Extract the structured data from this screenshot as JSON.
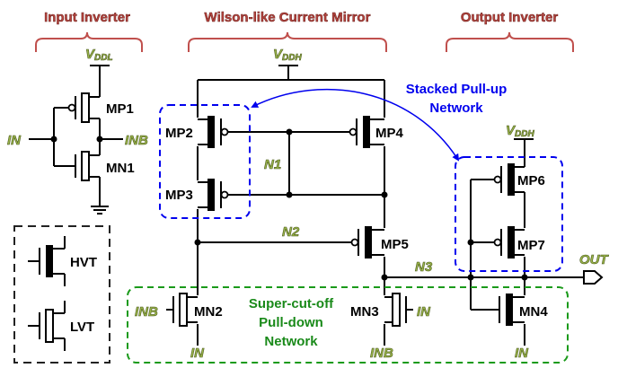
{
  "sections": {
    "input_inverter": "Input Inverter",
    "current_mirror": "Wilson-like Current Mirror",
    "output_inverter": "Output Inverter"
  },
  "supplies": {
    "vddl": {
      "main": "V",
      "sub": "DDL"
    },
    "vddh": {
      "main": "V",
      "sub": "DDH"
    }
  },
  "transistors": {
    "mp1": "MP1",
    "mn1": "MN1",
    "mp2": "MP2",
    "mp3": "MP3",
    "mp4": "MP4",
    "mp5": "MP5",
    "mp6": "MP6",
    "mp7": "MP7",
    "mn2": "MN2",
    "mn3": "MN3",
    "mn4": "MN4"
  },
  "nets": {
    "in": "IN",
    "inb": "INB",
    "n1": "N1",
    "n2": "N2",
    "n3": "N3",
    "out": "OUT",
    "mn2_gate": "INB",
    "mn2_source": "IN",
    "mn3_gate": "IN",
    "mn3_source": "INB",
    "mn4_source": "IN"
  },
  "annotations": {
    "pullup": [
      "Stacked Pull-up",
      "Network"
    ],
    "pulldown": [
      "Super-cut-off",
      "Pull-down",
      "Network"
    ]
  },
  "legend": {
    "hvt": "HVT",
    "lvt": "LVT"
  },
  "colors": {
    "title": "#b5443e",
    "pullup": "#0000ee",
    "pulldown": "#1a8a1a",
    "net": "#9bb54a"
  }
}
